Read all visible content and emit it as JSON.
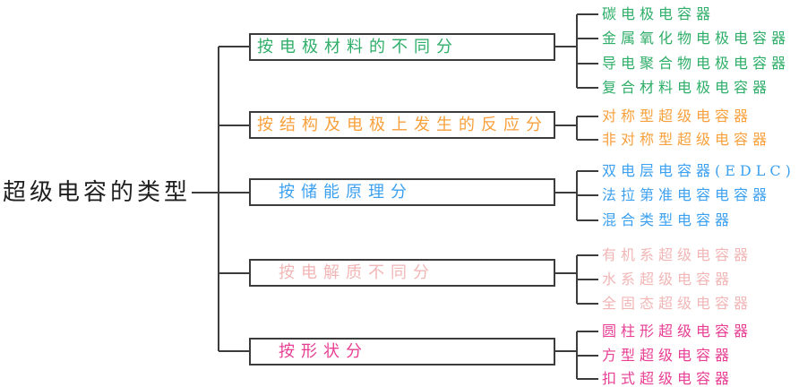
{
  "diagram": {
    "root_label": "超级电容的类型",
    "root_color": "#1f1f1f",
    "line_color": "#3c3c3c",
    "branches": [
      {
        "label": "按电极材料的不同分",
        "color": "#2eae68",
        "leaves": [
          "碳电极电容器",
          "金属氧化物电极电容器",
          "导电聚合物电极电容器",
          "复合材料电极电容器"
        ]
      },
      {
        "label": "按结构及电极上发生的反应分",
        "color": "#f8a03c",
        "leaves": [
          "对称型超级电容器",
          "非对称型超级电容器"
        ]
      },
      {
        "label": "按储能原理分",
        "color": "#3ca0f0",
        "leaves": [
          "双电层电容器(EDLC)",
          "法拉第准电容电容器",
          "混合类型电容器"
        ]
      },
      {
        "label": "按电解质不同分",
        "color": "#f2b6b6",
        "leaves": [
          "有机系超级电容器",
          "水系超级电容器",
          "全固态超级电容器"
        ]
      },
      {
        "label": "按形状分",
        "color": "#e83e94",
        "leaves": [
          "圆柱形超级电容器",
          "方型超级电容器",
          "扣式超级电容器"
        ]
      }
    ]
  }
}
